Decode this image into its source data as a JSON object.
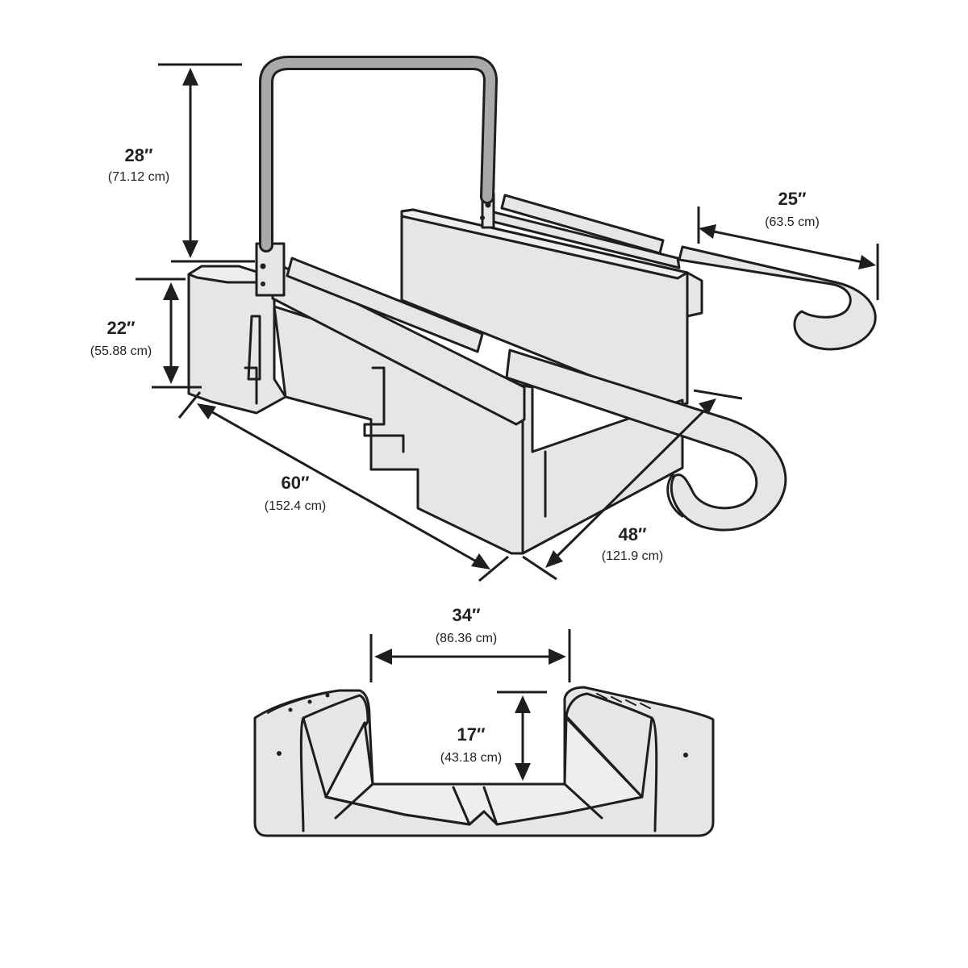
{
  "colors": {
    "body": "#e6e6e6",
    "rail": "#a9a9a9",
    "outline": "#1e1e1e",
    "text": "#222222",
    "background": "#ffffff"
  },
  "dimensions": {
    "height_with_handle": {
      "imperial": "28″",
      "metric": "(71.12 cm)"
    },
    "height": {
      "imperial": "22″",
      "metric": "(55.88 cm)"
    },
    "length": {
      "imperial": "60″",
      "metric": "(152.4 cm)"
    },
    "width": {
      "imperial": "48″",
      "metric": "(121.9 cm)"
    },
    "handle_extension": {
      "imperial": "25″",
      "metric": "(63.5 cm)"
    },
    "inner_width": {
      "imperial": "34″",
      "metric": "(86.36 cm)"
    },
    "inner_height": {
      "imperial": "17″",
      "metric": "(43.18 cm)"
    }
  }
}
